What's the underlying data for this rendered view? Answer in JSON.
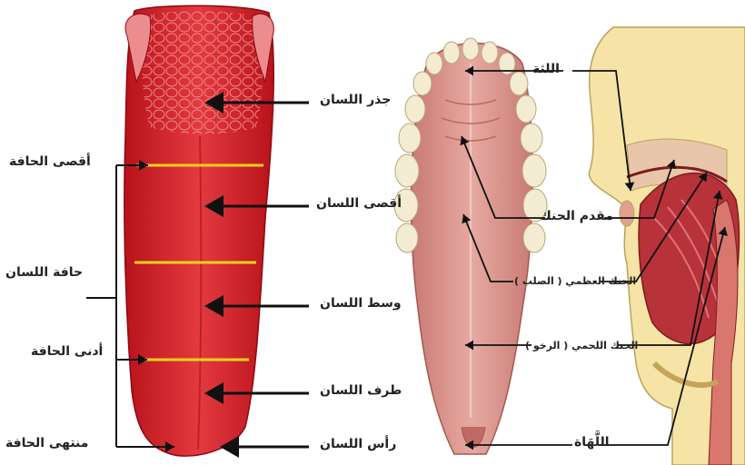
{
  "tongue": {
    "regions": {
      "root": "جذر اللسان",
      "back": "أقصى اللسان",
      "middle": "وسط اللسان",
      "blade": "طرف اللسان",
      "tip": "رأس اللسان"
    },
    "rim": {
      "title": "حافة اللسان",
      "far": "أقصى الحافة",
      "near": "أدنى الحافة",
      "end": "منتهى الحافة"
    }
  },
  "palate": {
    "gum": "اللثة",
    "front": "مقدم الحنك",
    "hard": "الحنك العظمي ( الصلب )",
    "soft": "الحنك اللحمي ( الرخو )",
    "uvula": "اللَّهَاة"
  },
  "colors": {
    "tongue": "#d8252b",
    "tongue_light": "#ee6a6c",
    "divider": "#f2d21b",
    "palate": "#d9918a",
    "teeth": "#f4ecd2",
    "skin": "#f6e4a6",
    "muscle": "#b8323a",
    "arrow": "#111111"
  }
}
